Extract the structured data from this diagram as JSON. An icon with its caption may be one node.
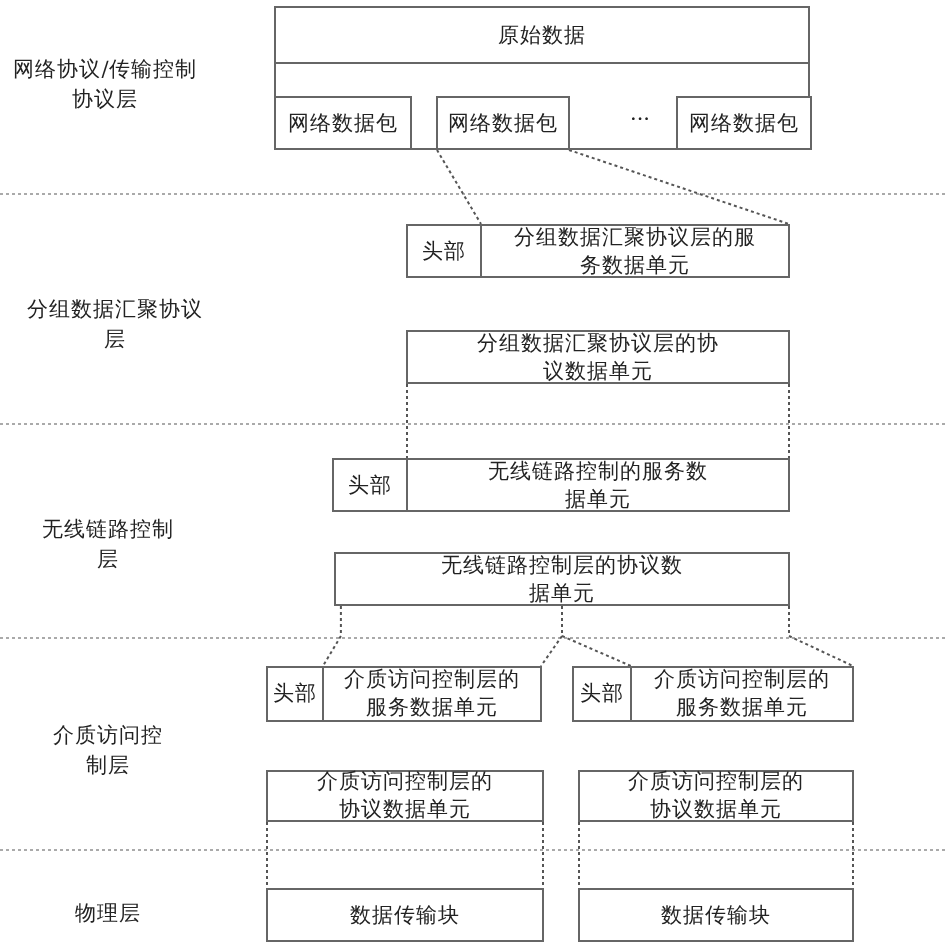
{
  "diagram": {
    "nodes": [
      {
        "text": [
          "原始数据"
        ]
      },
      {
        "text": [
          "网络数据包"
        ],
        "in": 0
      },
      {
        "text": [
          "网络数据包"
        ],
        "in": 0
      },
      {
        "text": [
          "网络数据包"
        ],
        "in": 0
      },
      {
        "text": [
          "头部"
        ]
      },
      {
        "text": [
          "分组数据汇聚协议层的服务数据单元"
        ]
      },
      {
        "text": [
          "分组数据汇聚协议层的协议数据单元"
        ]
      },
      {
        "text": [
          "头部"
        ]
      },
      {
        "text": [
          "无线链路控制的服务数据单元"
        ]
      },
      {
        "text": [
          "无线链路控制层的协议数据单元"
        ]
      },
      {
        "text": [
          "头部"
        ]
      },
      {
        "text": [
          "介质访问控制层的服务数据单元"
        ]
      },
      {
        "text": [
          "头部"
        ]
      },
      {
        "text": [
          "介质访问控制层的服务数据单元"
        ]
      },
      {
        "text": [
          "介质访问控制层的协议数据单元"
        ]
      },
      {
        "text": [
          "数据传输块"
        ]
      },
      {
        "text": [
          "介质访问控制层的协议数据单元"
        ]
      },
      {
        "text": [
          "数据传输块"
        ]
      }
    ],
    "edges": [
      {
        "from": 2,
        "to": 5,
        "arrow": "none",
        "style": "dashed"
      },
      {
        "from": 2,
        "to": 5,
        "arrow": "none",
        "style": "dashed"
      },
      {
        "from": 6,
        "to": 8,
        "arrow": "none",
        "style": "dashed"
      },
      {
        "from": 6,
        "to": 8,
        "arrow": "none",
        "style": "dashed"
      },
      {
        "from": 9,
        "to": 11,
        "arrow": "none",
        "style": "dashed"
      },
      {
        "from": 9,
        "to": 11,
        "arrow": "none",
        "style": "dashed"
      },
      {
        "from": 9,
        "to": 13,
        "arrow": "none",
        "style": "dashed"
      },
      {
        "from": 9,
        "to": 13,
        "arrow": "none",
        "style": "dashed"
      },
      {
        "from": 14,
        "to": 15,
        "arrow": "none",
        "style": "dashed"
      },
      {
        "from": 14,
        "to": 15,
        "arrow": "none",
        "style": "dashed"
      },
      {
        "from": 16,
        "to": 17,
        "arrow": "none",
        "style": "dashed"
      },
      {
        "from": 16,
        "to": 17,
        "arrow": "none",
        "style": "dashed"
      }
    ],
    "labels": [
      "网络协议/传输控制协议层",
      "···",
      "分组数据汇聚协议层",
      "无线链路控制层",
      "介质访问控制层",
      "物理层"
    ]
  }
}
